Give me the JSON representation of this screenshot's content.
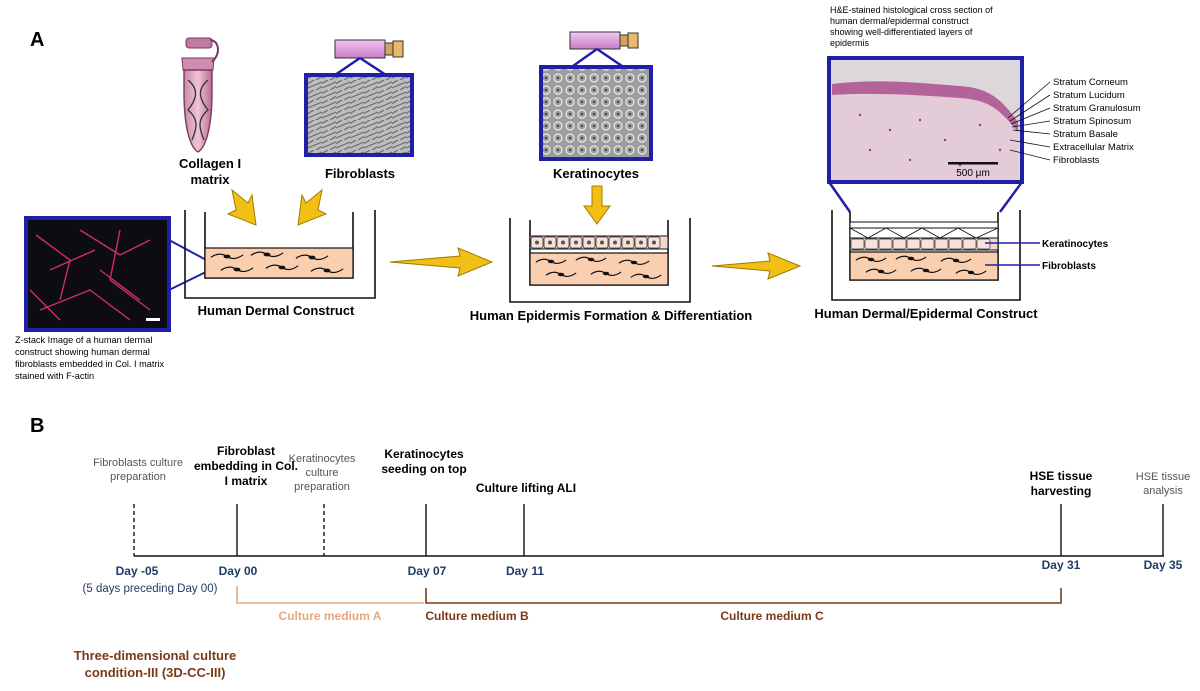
{
  "panel_a": {
    "label": "A",
    "collagen_label": [
      "Collagen I",
      "matrix"
    ],
    "fibroblasts_label": "Fibroblasts",
    "keratinocytes_label": "Keratinocytes",
    "dermal_construct_label": "Human Dermal Construct",
    "epidermis_label": "Human Epidermis Formation & Differentiation",
    "dermal_epidermal_label": "Human Dermal/Epidermal Construct",
    "zstack_caption": [
      "Z-stack Image of a human dermal",
      "construct showing human dermal",
      "fibroblasts embedded in Col. I matrix",
      "stained with F-actin"
    ],
    "he_caption": [
      "H&E-stained histological cross section of",
      "human dermal/epidermal construct",
      "showing well-differentiated layers of",
      "epidermis"
    ],
    "scale_bar_label": "500 μm",
    "layers": [
      "Stratum Corneum",
      "Stratum Lucidum",
      "Stratum Granulosum",
      "Stratum Spinosum",
      "Stratum Basale",
      "Extracellular Matrix",
      "Fibroblasts"
    ],
    "construct_keratinocytes": "Keratinocytes",
    "construct_fibroblasts": "Fibroblasts"
  },
  "panel_b": {
    "label": "B",
    "events": [
      {
        "lines": [
          "Fibroblasts culture",
          "preparation"
        ],
        "bold": false
      },
      {
        "lines": [
          "Fibroblast",
          "embedding in Col.",
          "I matrix"
        ],
        "bold": true
      },
      {
        "lines": [
          "Keratinocytes",
          "culture",
          "preparation"
        ],
        "bold": false
      },
      {
        "lines": [
          "Keratinocytes",
          "seeding on top"
        ],
        "bold": true
      },
      {
        "lines": [
          "Culture lifting  ALI"
        ],
        "bold": true
      },
      {
        "lines": [
          "HSE tissue",
          "harvesting"
        ],
        "bold": true
      },
      {
        "lines": [
          "HSE tissue",
          "analysis"
        ],
        "bold": false
      }
    ],
    "days": [
      "Day -05",
      "Day 00",
      "Day 07",
      "Day 11",
      "Day 31",
      "Day 35"
    ],
    "day_note": "(5 days preceding Day 00)",
    "media": [
      "Culture medium A",
      "Culture medium B",
      "Culture medium C"
    ],
    "condition": [
      "Three-dimensional culture",
      "condition-III (3D-CC-III)"
    ]
  },
  "colors": {
    "frame_blue": "#1f1fa8",
    "arrow_yellow": "#f2c014",
    "matrix_peach": "#f9cfb0",
    "day_blue": "#1f3b66",
    "medium_a": "#e5a77a",
    "medium_bc": "#7a3a18",
    "condition": "#7a3a18"
  }
}
